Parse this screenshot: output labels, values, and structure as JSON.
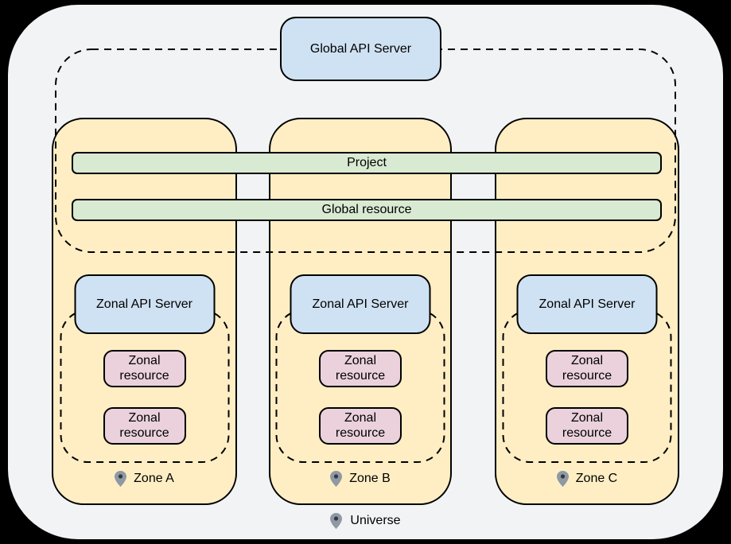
{
  "colors": {
    "page_bg": "#000000",
    "universe_bg": "#f2f3f4",
    "zone_bg": "#ffeec4",
    "api_server_bg": "#cfe2f3",
    "bar_bg": "#d9ead3",
    "resource_bg": "#ead1dc",
    "outline": "#000000",
    "pin_gray": "#8f99a4",
    "pin_dot": "#35393f"
  },
  "global_api_server": {
    "label": "Global API Server"
  },
  "shared_bars": [
    {
      "label": "Project"
    },
    {
      "label": "Global resource"
    }
  ],
  "zones": [
    {
      "label": "Zone A",
      "api_server_label": "Zonal API Server",
      "resources": [
        "Zonal resource",
        "Zonal resource"
      ]
    },
    {
      "label": "Zone B",
      "api_server_label": "Zonal API Server",
      "resources": [
        "Zonal resource",
        "Zonal resource"
      ]
    },
    {
      "label": "Zone C",
      "api_server_label": "Zonal API Server",
      "resources": [
        "Zonal resource",
        "Zonal resource"
      ]
    }
  ],
  "universe": {
    "label": "Universe"
  },
  "icons": {
    "zone_marker": "location-pin-icon"
  }
}
